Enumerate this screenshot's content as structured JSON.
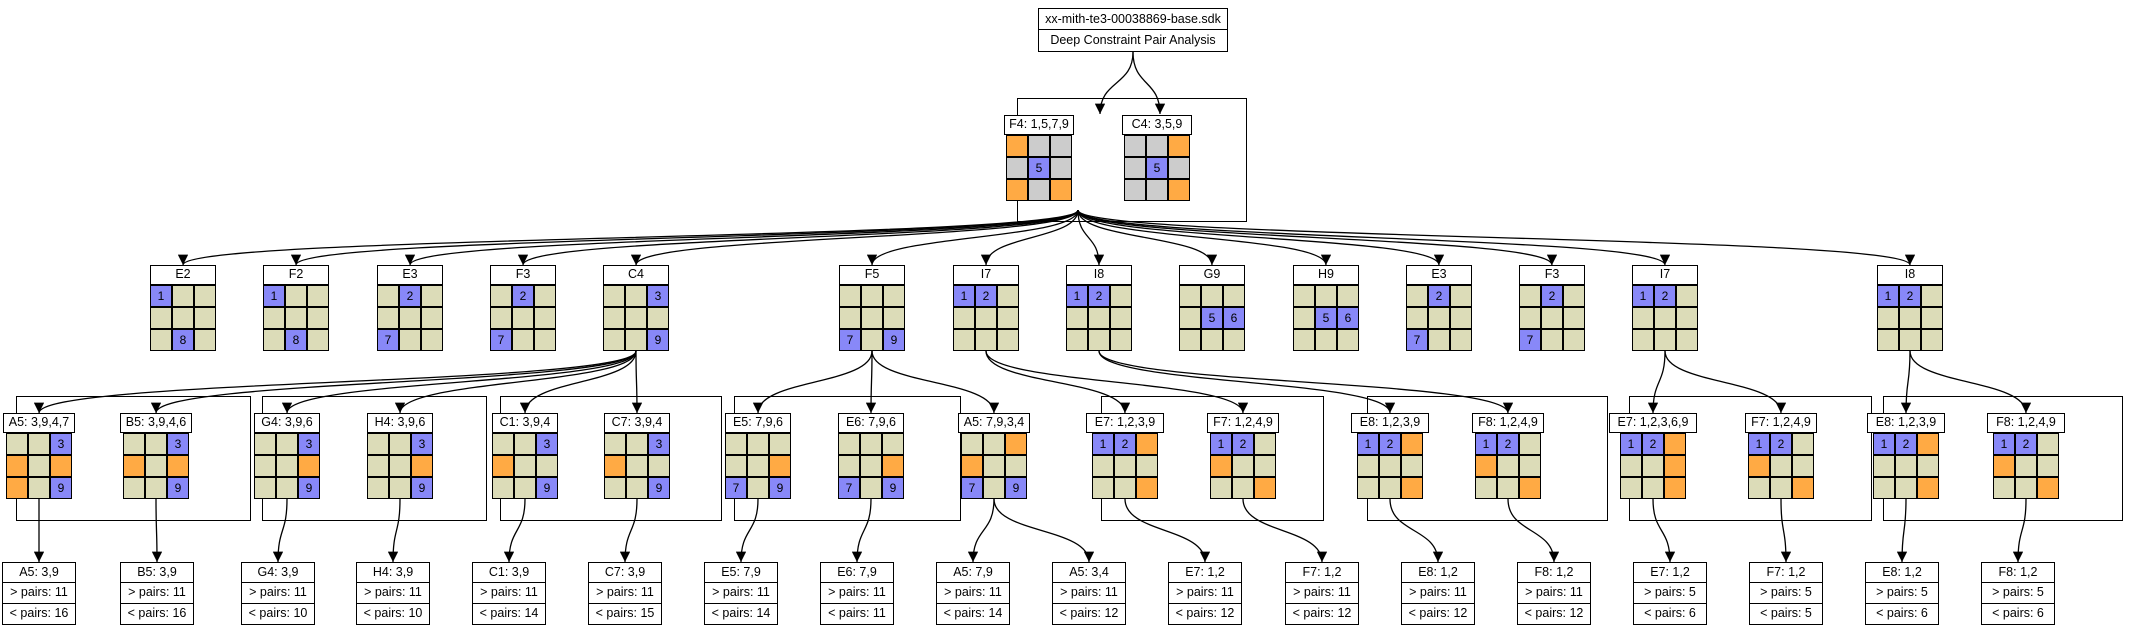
{
  "header": {
    "filename": "xx-mith-te3-00038869-base.sdk",
    "subtitle": "Deep Constraint Pair Analysis"
  },
  "colors": {
    "neutral": "#dcdcb8",
    "blue": "#8888f8",
    "orange": "#ffaa44",
    "gray": "#cccccc"
  },
  "root_group": {
    "nodes": [
      {
        "id": "r1",
        "title": "F4: 1,5,7,9",
        "cells": [
          [
            "o",
            "g",
            "g"
          ],
          [
            "g",
            "b:5",
            "g"
          ],
          [
            "o",
            "g",
            "o"
          ]
        ]
      },
      {
        "id": "r2",
        "title": "C4: 3,5,9",
        "cells": [
          [
            "g",
            "g",
            "o"
          ],
          [
            "g",
            "b:5",
            "g"
          ],
          [
            "g",
            "g",
            "o"
          ]
        ]
      }
    ]
  },
  "level2": [
    {
      "id": "n1",
      "title": "E2",
      "cells": [
        [
          "b:1",
          "n",
          "n"
        ],
        [
          "n",
          "n",
          "n"
        ],
        [
          "n",
          "b:8",
          "n"
        ]
      ]
    },
    {
      "id": "n2",
      "title": "F2",
      "cells": [
        [
          "b:1",
          "n",
          "n"
        ],
        [
          "n",
          "n",
          "n"
        ],
        [
          "n",
          "b:8",
          "n"
        ]
      ]
    },
    {
      "id": "n3",
      "title": "E3",
      "cells": [
        [
          "n",
          "b:2",
          "n"
        ],
        [
          "n",
          "n",
          "n"
        ],
        [
          "b:7",
          "n",
          "n"
        ]
      ]
    },
    {
      "id": "n4",
      "title": "F3",
      "cells": [
        [
          "n",
          "b:2",
          "n"
        ],
        [
          "n",
          "n",
          "n"
        ],
        [
          "b:7",
          "n",
          "n"
        ]
      ]
    },
    {
      "id": "n5",
      "title": "C4",
      "cells": [
        [
          "n",
          "n",
          "b:3"
        ],
        [
          "n",
          "n",
          "n"
        ],
        [
          "n",
          "n",
          "b:9"
        ]
      ]
    },
    {
      "id": "n6",
      "title": "F5",
      "cells": [
        [
          "n",
          "n",
          "n"
        ],
        [
          "n",
          "n",
          "n"
        ],
        [
          "b:7",
          "n",
          "b:9"
        ]
      ]
    },
    {
      "id": "n7",
      "title": "I7",
      "cells": [
        [
          "b:1",
          "b:2",
          "n"
        ],
        [
          "n",
          "n",
          "n"
        ],
        [
          "n",
          "n",
          "n"
        ]
      ]
    },
    {
      "id": "n8",
      "title": "I8",
      "cells": [
        [
          "b:1",
          "b:2",
          "n"
        ],
        [
          "n",
          "n",
          "n"
        ],
        [
          "n",
          "n",
          "n"
        ]
      ]
    },
    {
      "id": "n9",
      "title": "G9",
      "cells": [
        [
          "n",
          "n",
          "n"
        ],
        [
          "n",
          "b:5",
          "b:6"
        ],
        [
          "n",
          "n",
          "n"
        ]
      ]
    },
    {
      "id": "n10",
      "title": "H9",
      "cells": [
        [
          "n",
          "n",
          "n"
        ],
        [
          "n",
          "b:5",
          "b:6"
        ],
        [
          "n",
          "n",
          "n"
        ]
      ]
    },
    {
      "id": "n11",
      "title": "E3",
      "cells": [
        [
          "n",
          "b:2",
          "n"
        ],
        [
          "n",
          "n",
          "n"
        ],
        [
          "b:7",
          "n",
          "n"
        ]
      ]
    },
    {
      "id": "n12",
      "title": "F3",
      "cells": [
        [
          "n",
          "b:2",
          "n"
        ],
        [
          "n",
          "n",
          "n"
        ],
        [
          "b:7",
          "n",
          "n"
        ]
      ]
    },
    {
      "id": "n13",
      "title": "I7",
      "cells": [
        [
          "b:1",
          "b:2",
          "n"
        ],
        [
          "n",
          "n",
          "n"
        ],
        [
          "n",
          "n",
          "n"
        ]
      ]
    },
    {
      "id": "n14",
      "title": "I8",
      "cells": [
        [
          "b:1",
          "b:2",
          "n"
        ],
        [
          "n",
          "n",
          "n"
        ],
        [
          "n",
          "n",
          "n"
        ]
      ]
    }
  ],
  "level3": [
    {
      "id": "p1",
      "title": "A5: 3,9,4,7",
      "cells": [
        [
          "n",
          "n",
          "b:3"
        ],
        [
          "o",
          "n",
          "o"
        ],
        [
          "o",
          "n",
          "b:9"
        ]
      ]
    },
    {
      "id": "p2",
      "title": "B5: 3,9,4,6",
      "cells": [
        [
          "n",
          "n",
          "b:3"
        ],
        [
          "o",
          "n",
          "o"
        ],
        [
          "n",
          "n",
          "b:9"
        ]
      ]
    },
    {
      "id": "p3",
      "title": "G4: 3,9,6",
      "cells": [
        [
          "n",
          "n",
          "b:3"
        ],
        [
          "n",
          "n",
          "o"
        ],
        [
          "n",
          "n",
          "b:9"
        ]
      ]
    },
    {
      "id": "p4",
      "title": "H4: 3,9,6",
      "cells": [
        [
          "n",
          "n",
          "b:3"
        ],
        [
          "n",
          "n",
          "o"
        ],
        [
          "n",
          "n",
          "b:9"
        ]
      ]
    },
    {
      "id": "p5",
      "title": "C1: 3,9,4",
      "cells": [
        [
          "n",
          "n",
          "b:3"
        ],
        [
          "o",
          "n",
          "n"
        ],
        [
          "n",
          "n",
          "b:9"
        ]
      ]
    },
    {
      "id": "p6",
      "title": "C7: 3,9,4",
      "cells": [
        [
          "n",
          "n",
          "b:3"
        ],
        [
          "o",
          "n",
          "n"
        ],
        [
          "n",
          "n",
          "b:9"
        ]
      ]
    },
    {
      "id": "p7",
      "title": "E5: 7,9,6",
      "cells": [
        [
          "n",
          "n",
          "n"
        ],
        [
          "n",
          "n",
          "o"
        ],
        [
          "b:7",
          "n",
          "b:9"
        ]
      ]
    },
    {
      "id": "p8",
      "title": "E6: 7,9,6",
      "cells": [
        [
          "n",
          "n",
          "n"
        ],
        [
          "n",
          "n",
          "o"
        ],
        [
          "b:7",
          "n",
          "b:9"
        ]
      ]
    },
    {
      "id": "p9",
      "title": "A5: 7,9,3,4",
      "cells": [
        [
          "n",
          "n",
          "o"
        ],
        [
          "o",
          "n",
          "n"
        ],
        [
          "b:7",
          "n",
          "b:9"
        ]
      ]
    },
    {
      "id": "p10",
      "title": "E7: 1,2,3,9",
      "cells": [
        [
          "b:1",
          "b:2",
          "o"
        ],
        [
          "n",
          "n",
          "n"
        ],
        [
          "n",
          "n",
          "o"
        ]
      ]
    },
    {
      "id": "p11",
      "title": "F7: 1,2,4,9",
      "cells": [
        [
          "b:1",
          "b:2",
          "n"
        ],
        [
          "o",
          "n",
          "n"
        ],
        [
          "n",
          "n",
          "o"
        ]
      ]
    },
    {
      "id": "p12",
      "title": "E8: 1,2,3,9",
      "cells": [
        [
          "b:1",
          "b:2",
          "o"
        ],
        [
          "n",
          "n",
          "n"
        ],
        [
          "n",
          "n",
          "o"
        ]
      ]
    },
    {
      "id": "p13",
      "title": "F8: 1,2,4,9",
      "cells": [
        [
          "b:1",
          "b:2",
          "n"
        ],
        [
          "o",
          "n",
          "n"
        ],
        [
          "n",
          "n",
          "o"
        ]
      ]
    },
    {
      "id": "p14",
      "title": "E7: 1,2,3,6,9",
      "cells": [
        [
          "b:1",
          "b:2",
          "o"
        ],
        [
          "n",
          "n",
          "o"
        ],
        [
          "n",
          "n",
          "o"
        ]
      ]
    },
    {
      "id": "p15",
      "title": "F7: 1,2,4,9",
      "cells": [
        [
          "b:1",
          "b:2",
          "n"
        ],
        [
          "o",
          "n",
          "n"
        ],
        [
          "n",
          "n",
          "o"
        ]
      ]
    },
    {
      "id": "p16",
      "title": "E8: 1,2,3,9",
      "cells": [
        [
          "b:1",
          "b:2",
          "o"
        ],
        [
          "n",
          "n",
          "n"
        ],
        [
          "n",
          "n",
          "o"
        ]
      ]
    },
    {
      "id": "p17",
      "title": "F8: 1,2,4,9",
      "cells": [
        [
          "b:1",
          "b:2",
          "n"
        ],
        [
          "o",
          "n",
          "n"
        ],
        [
          "n",
          "n",
          "o"
        ]
      ]
    }
  ],
  "leaves": [
    {
      "id": "l1",
      "title": "A5: 3,9",
      "more": "> pairs: 11",
      "less": "< pairs: 16"
    },
    {
      "id": "l2",
      "title": "B5: 3,9",
      "more": "> pairs: 11",
      "less": "< pairs: 16"
    },
    {
      "id": "l3",
      "title": "G4: 3,9",
      "more": "> pairs: 11",
      "less": "< pairs: 10"
    },
    {
      "id": "l4",
      "title": "H4: 3,9",
      "more": "> pairs: 11",
      "less": "< pairs: 10"
    },
    {
      "id": "l5",
      "title": "C1: 3,9",
      "more": "> pairs: 11",
      "less": "< pairs: 14"
    },
    {
      "id": "l6",
      "title": "C7: 3,9",
      "more": "> pairs: 11",
      "less": "< pairs: 15"
    },
    {
      "id": "l7",
      "title": "E5: 7,9",
      "more": "> pairs: 11",
      "less": "< pairs: 14"
    },
    {
      "id": "l8",
      "title": "E6: 7,9",
      "more": "> pairs: 11",
      "less": "< pairs: 11"
    },
    {
      "id": "l9",
      "title": "A5: 7,9",
      "more": "> pairs: 11",
      "less": "< pairs: 14"
    },
    {
      "id": "l10",
      "title": "A5: 3,4",
      "more": "> pairs: 11",
      "less": "< pairs: 12"
    },
    {
      "id": "l11",
      "title": "E7: 1,2",
      "more": "> pairs: 11",
      "less": "< pairs: 12"
    },
    {
      "id": "l12",
      "title": "F7: 1,2",
      "more": "> pairs: 11",
      "less": "< pairs: 12"
    },
    {
      "id": "l13",
      "title": "E8: 1,2",
      "more": "> pairs: 11",
      "less": "< pairs: 12"
    },
    {
      "id": "l14",
      "title": "F8: 1,2",
      "more": "> pairs: 11",
      "less": "< pairs: 12"
    },
    {
      "id": "l15",
      "title": "E7: 1,2",
      "more": "> pairs: 5",
      "less": "< pairs: 6"
    },
    {
      "id": "l16",
      "title": "F7: 1,2",
      "more": "> pairs: 5",
      "less": "< pairs: 5"
    },
    {
      "id": "l17",
      "title": "E8: 1,2",
      "more": "> pairs: 5",
      "less": "< pairs: 6"
    },
    {
      "id": "l18",
      "title": "F8: 1,2",
      "more": "> pairs: 5",
      "less": "< pairs: 6"
    }
  ]
}
